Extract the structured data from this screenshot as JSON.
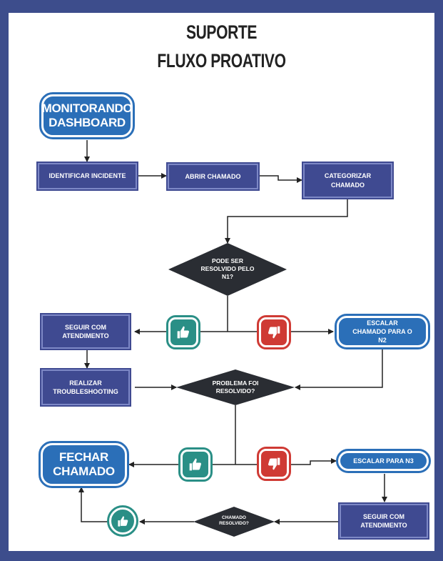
{
  "header": {
    "line1": "SUPORTE",
    "line2": "FLUXO PROATIVO"
  },
  "nodes": {
    "monitorando": "MONITORANDO DASHBOARD",
    "identificar": "IDENTIFICAR INCIDENTE",
    "abrir": "ABRIR CHAMADO",
    "categorizar": "CATEGORIZAR CHAMADO",
    "decisao_n1": "PODE SER RESOLVIDO PELO N1?",
    "seguir1": "SEGUIR COM ATENDIMENTO",
    "escalar_n2": "ESCALAR CHAMADO PARA O N2",
    "realizar": "REALIZAR TROUBLESHOOTING",
    "decisao_resolvido": "PROBLEMA FOI RESOLVIDO?",
    "fechar": "FECHAR CHAMADO",
    "escalar_n3": "ESCALAR PARA N3",
    "seguir2": "SEGUIR COM ATENDIMENTO",
    "decisao_final": "CHAMADO RESOLVIDO?"
  },
  "icons": {
    "yes": "thumbs-up-icon",
    "no": "thumbs-down-icon"
  },
  "colors": {
    "navy_box": "#3f4a91",
    "blue_rounded": "#2b6fb8",
    "diamond": "#2a2d33",
    "yes": "#2a8f86",
    "no": "#cf3a34",
    "frame": "#3d4d8c"
  }
}
